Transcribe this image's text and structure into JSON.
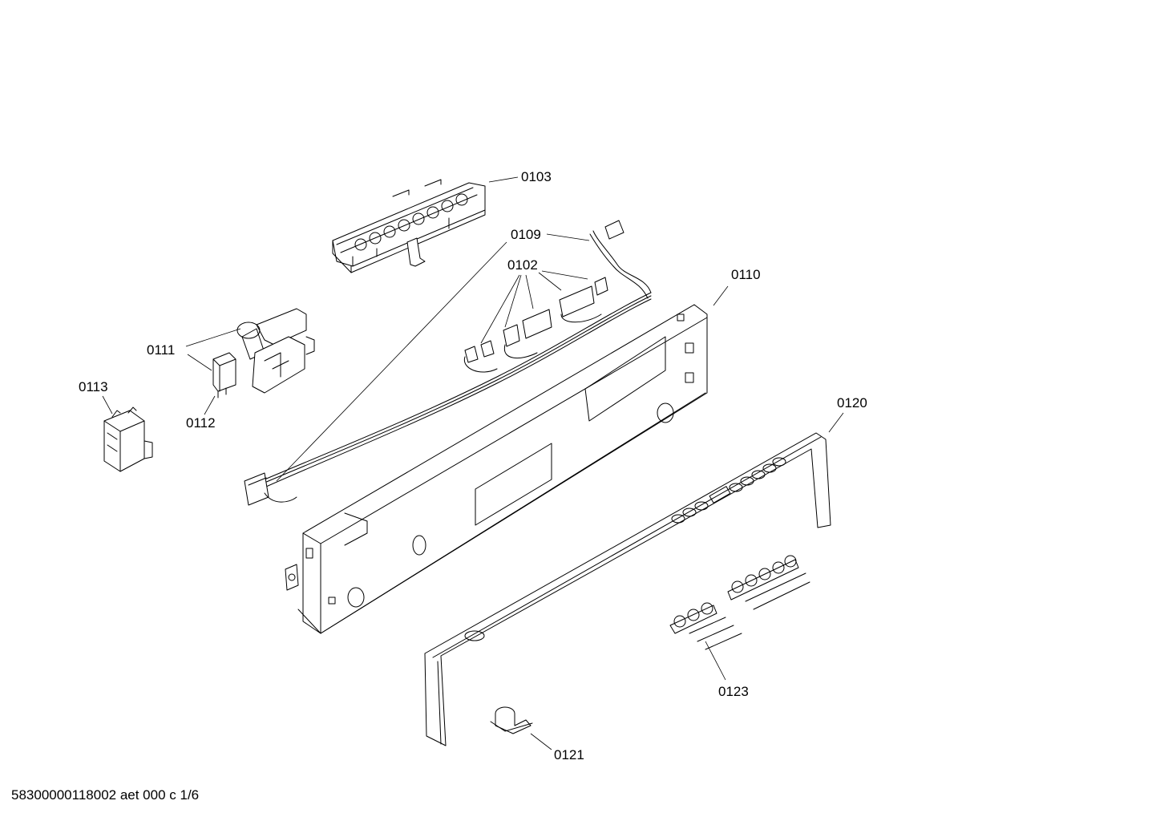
{
  "diagram": {
    "labels": {
      "p0103": "0103",
      "p0109": "0109",
      "p0102": "0102",
      "p0110": "0110",
      "p0111": "0111",
      "p0113": "0113",
      "p0112": "0112",
      "p0120": "0120",
      "p0123": "0123",
      "p0121": "0121"
    },
    "footer": "58300000118002 aet 000 c 1/6"
  }
}
